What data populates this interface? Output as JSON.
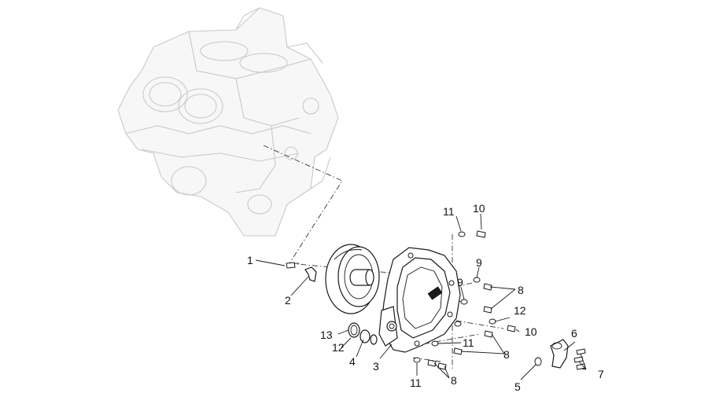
{
  "labels": {
    "l1": "1",
    "l2": "2",
    "l3": "3",
    "l4": "4",
    "l5": "5",
    "l6": "6",
    "l7": "7",
    "l8a": "8",
    "l8b": "8",
    "l8c": "8",
    "l9a": "9",
    "l9b": "9",
    "l10a": "10",
    "l10b": "10",
    "l11a": "11",
    "l11b": "11",
    "l11c": "11",
    "l12a": "12",
    "l12b": "12",
    "l13": "13"
  },
  "colors": {
    "ghost": "#c9c9c9",
    "ink": "#1a1a1a"
  }
}
